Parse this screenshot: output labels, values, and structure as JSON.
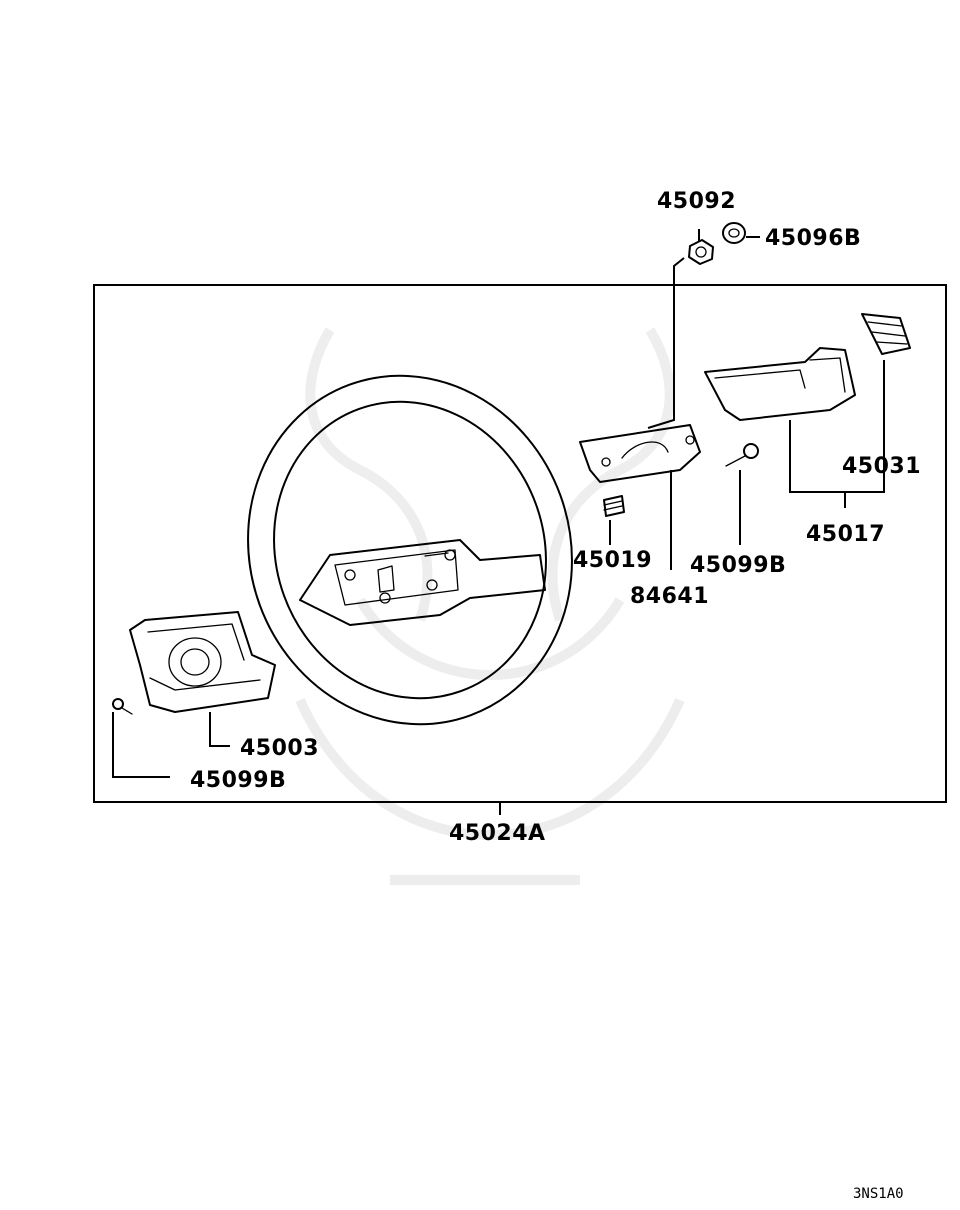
{
  "diagram": {
    "parts": [
      {
        "id": "45092",
        "label": "45092"
      },
      {
        "id": "45096B",
        "label": "45096B"
      },
      {
        "id": "45031",
        "label": "45031"
      },
      {
        "id": "45017",
        "label": "45017"
      },
      {
        "id": "45019",
        "label": "45019"
      },
      {
        "id": "45099B-right",
        "label": "45099B"
      },
      {
        "id": "84641",
        "label": "84641"
      },
      {
        "id": "45003",
        "label": "45003"
      },
      {
        "id": "45099B-left",
        "label": "45099B"
      },
      {
        "id": "45024A",
        "label": "45024A"
      }
    ],
    "diagram_code": "3NS1A0"
  }
}
